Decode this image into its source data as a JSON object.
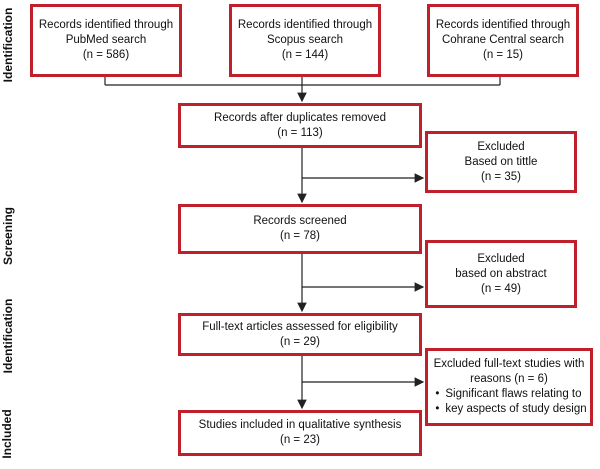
{
  "stages": {
    "identification_top": "Identification",
    "screening": "Screening",
    "identification_mid": "Identification",
    "included": "Included"
  },
  "sources": [
    {
      "line1": "Records identified through",
      "line2": "PubMed search",
      "n": "(n = 586)"
    },
    {
      "line1": "Records identified through",
      "line2": "Scopus search",
      "n": "(n = 144)"
    },
    {
      "line1": "Records identified through",
      "line2": "Cohrane Central search",
      "n": "(n = 15)"
    }
  ],
  "duplicates_removed": {
    "line1": "Records after duplicates removed",
    "n": "(n = 113)"
  },
  "excluded_title": {
    "line1": "Excluded",
    "line2": "Based on tittle",
    "n": "(n = 35)"
  },
  "screened": {
    "line1": "Records screened",
    "n": "(n = 78)"
  },
  "excluded_abstract": {
    "line1": "Excluded",
    "line2": "based on abstract",
    "n": "(n = 49)"
  },
  "fulltext": {
    "line1": "Full-text articles assessed for eligibility",
    "n": "(n = 29)"
  },
  "excluded_fulltext": {
    "line1": "Excluded full-text studies with",
    "line2": "reasons (n = 6)",
    "reasons": [
      "Significant flaws relating to",
      "key aspects of study design"
    ]
  },
  "included_studies": {
    "line1": "Studies included in qualitative synthesis",
    "n": "(n = 23)"
  },
  "colors": {
    "border": "#c0202b",
    "line": "#222222"
  }
}
